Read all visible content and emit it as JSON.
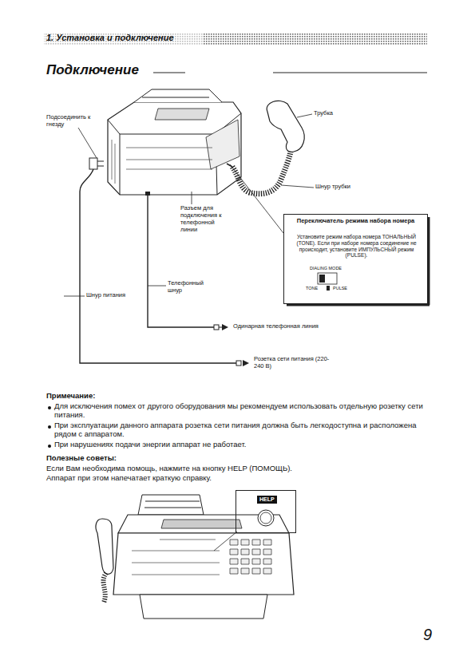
{
  "diagram": {
    "title": "Подключение",
    "nodes": [
      {
        "text": [
          "Переключатель режима набора номера",
          "Установите режим набора номера ТОНАЛЬНЫЙ (TONE). Если при наборе номера соединение не происходит, установите ИМПУЛЬСНЫЙ режим (PULSE)."
        ]
      },
      {
        "text": [
          "HELP"
        ]
      }
    ],
    "labels": [
      "1. Установка и подключение",
      "Подсоединить к гнезду",
      "Трубка",
      "Шнур трубки",
      "Разъем для подключения к телефонной линии",
      "DIALING MODE",
      "TONE",
      "PULSE",
      "Телефонный шнур",
      "Шнур питания",
      "Одинарная телефонная линия",
      "Розетка сети питания (220-240 В)",
      "Примечание:",
      "Для исключения помех от другого оборудования мы рекомендуем использовать отдельную розетку сети питания.",
      "При эксплуатации данного аппарата розетка сети питания должна быть легкодоступна и расположена рядом с аппаратом.",
      "При нарушениях подачи энергии аппарат не работает.",
      "Полезные советы:",
      "Если Вам необходима помощь, нажмите на кнопку HELP (ПОМОЩЬ).",
      "Аппарат при этом напечатает краткую справку.",
      "9"
    ]
  }
}
